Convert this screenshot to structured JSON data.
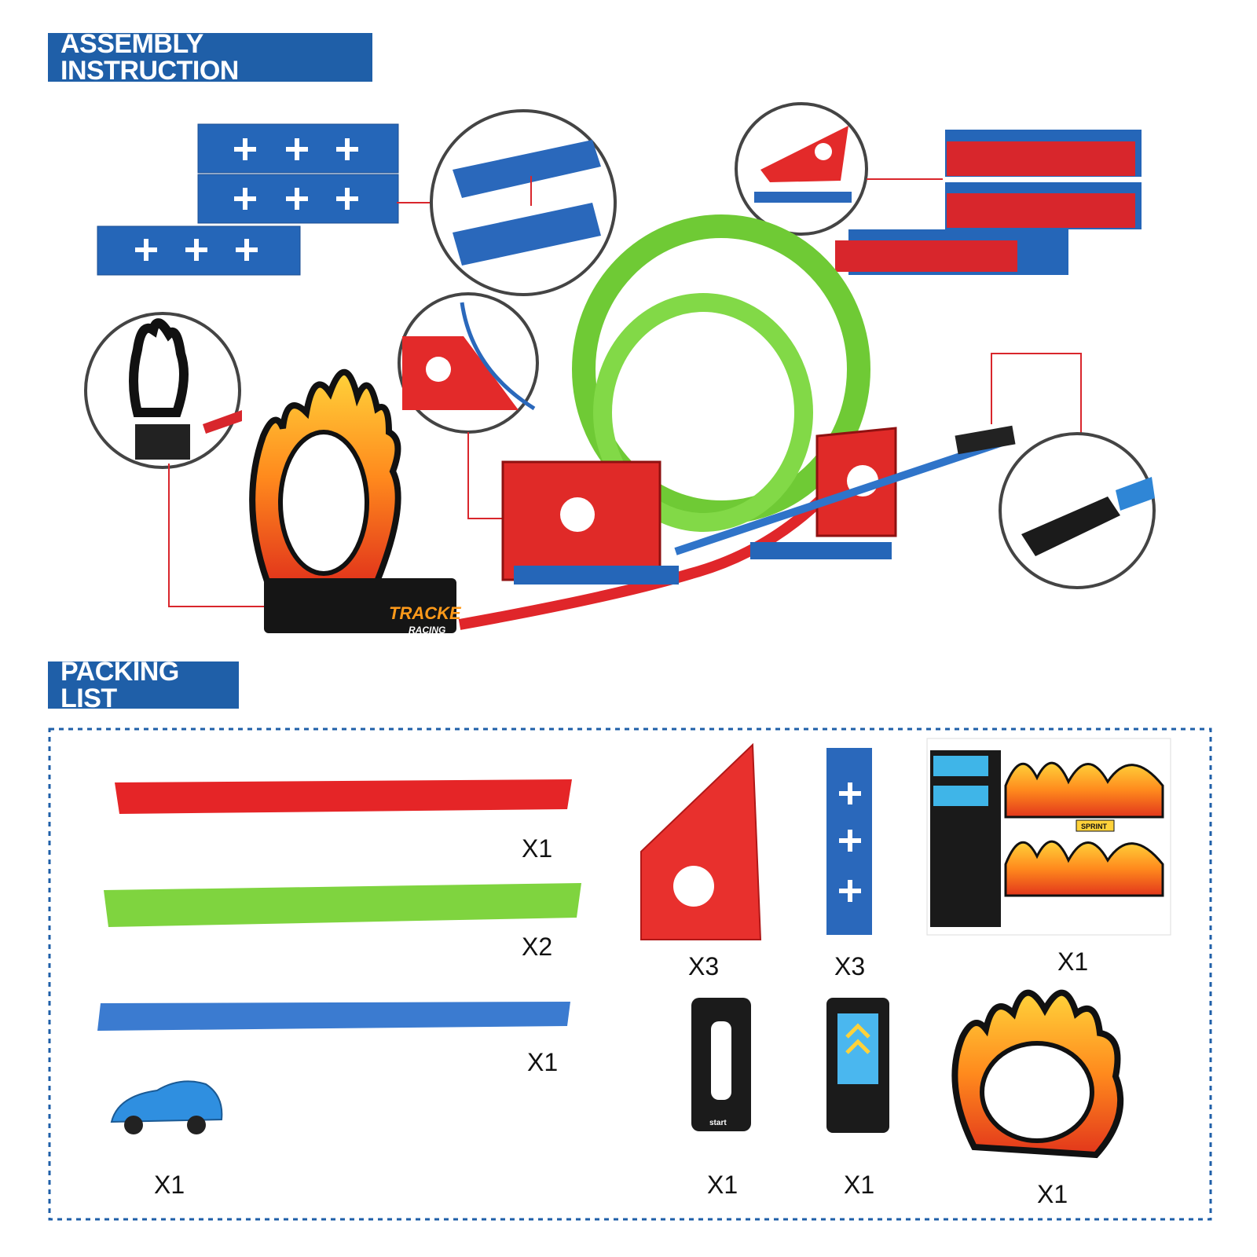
{
  "sections": {
    "assembly_title": "ASSEMBLY INSTRUCTION",
    "packing_title": "PACKING LIST"
  },
  "decals": {
    "tracke": "TRACKE",
    "racing": "RACING",
    "start": "start",
    "sprint": "SPRINT"
  },
  "packing_list": [
    {
      "item": "red-track",
      "qty": "X1"
    },
    {
      "item": "green-track",
      "qty": "X2"
    },
    {
      "item": "blue-track",
      "qty": "X1"
    },
    {
      "item": "toy-car",
      "qty": "X1"
    },
    {
      "item": "red-support-bracket",
      "qty": "X3"
    },
    {
      "item": "blue-base-plate",
      "qty": "X3"
    },
    {
      "item": "sticker-sheet",
      "qty": "X1"
    },
    {
      "item": "launcher",
      "qty": "X1"
    },
    {
      "item": "start-gate",
      "qty": "X1"
    },
    {
      "item": "fire-ring",
      "qty": "X1"
    }
  ],
  "colors": {
    "banner": "#1f5fa8",
    "track_red": "#e0262a",
    "track_green": "#7fd43f",
    "track_blue": "#2f74c9",
    "callout_line": "#d9262c"
  }
}
